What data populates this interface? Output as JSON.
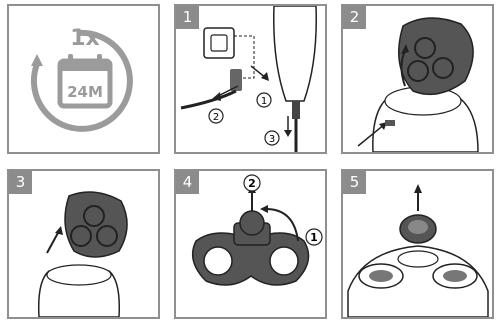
{
  "panels": [
    {
      "step": "",
      "frequency": "1x",
      "interval": "24M"
    },
    {
      "step": "1",
      "callouts": [
        "1",
        "2",
        "3"
      ]
    },
    {
      "step": "2"
    },
    {
      "step": "3"
    },
    {
      "step": "4",
      "callouts": [
        "2",
        "1"
      ]
    },
    {
      "step": "5"
    }
  ],
  "colors": {
    "border": "#8f8f8f",
    "badge": "#8c8c8c",
    "line": "#222222",
    "shade": "#555555",
    "icon": "#9b9b9b"
  }
}
